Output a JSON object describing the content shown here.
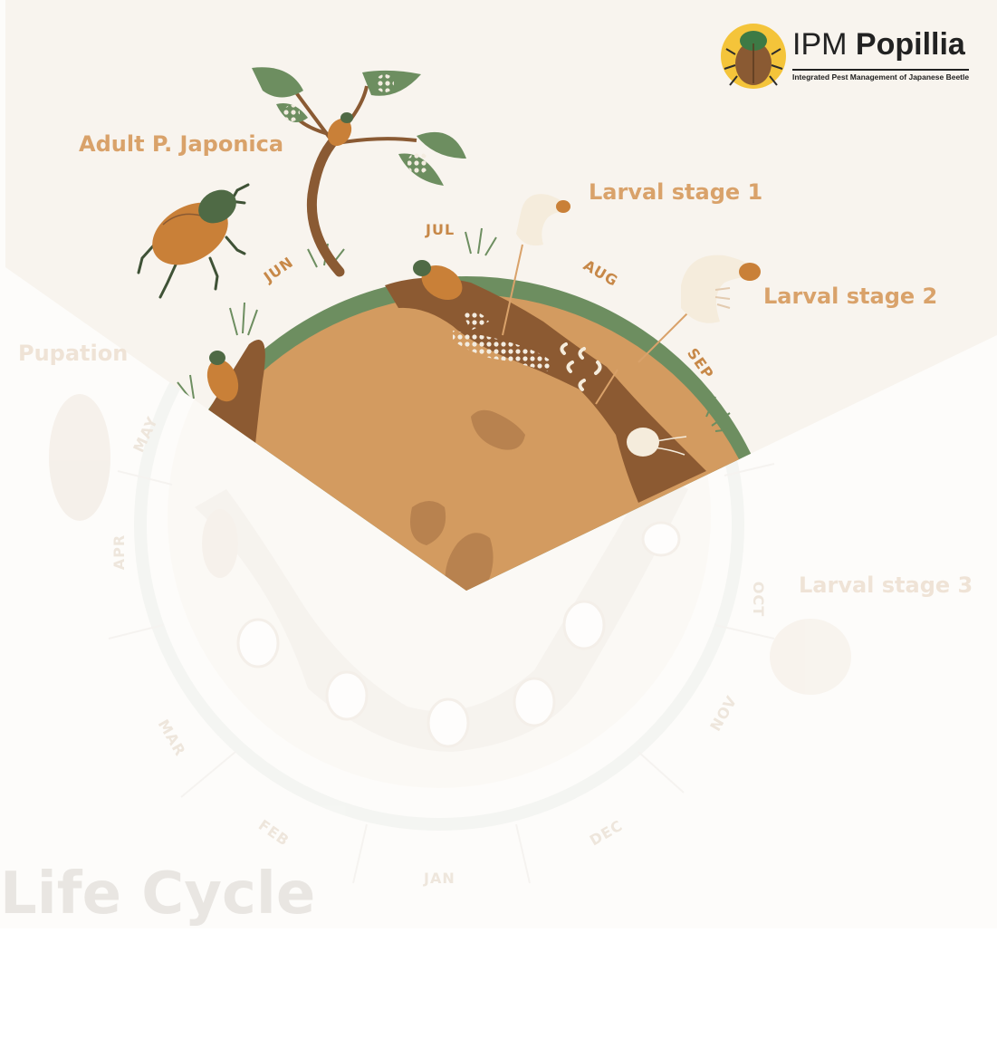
{
  "logo": {
    "title_plain": "IPM ",
    "title_bold": "Popillia",
    "subtitle": "Integrated Pest Management of Japanese Beetle",
    "icon": "japanese-beetle-icon"
  },
  "stages": {
    "adult": "Adult P. Japonica",
    "larval_1": "Larval stage 1",
    "larval_2": "Larval stage 2",
    "larval_3": "Larval stage 3",
    "pupation": "Pupation"
  },
  "months": {
    "jun": "JUN",
    "jul": "JUL",
    "aug": "AUG",
    "sep": "SEP",
    "oct": "OCT",
    "nov": "NOV",
    "dec": "DEC",
    "jan": "JAN",
    "feb": "FEB",
    "mar": "MAR",
    "apr": "APR",
    "may": "MAY"
  },
  "title": "Life Cycle",
  "colors": {
    "soil": "#d39b60",
    "tunnel": "#8c5a32",
    "grass": "#6d8e60",
    "stem": "#8a5a33",
    "beetle_shell": "#c98038",
    "beetle_body": "#4f6a45",
    "larva": "#f5ecdc",
    "background": "#f8f4ee"
  }
}
